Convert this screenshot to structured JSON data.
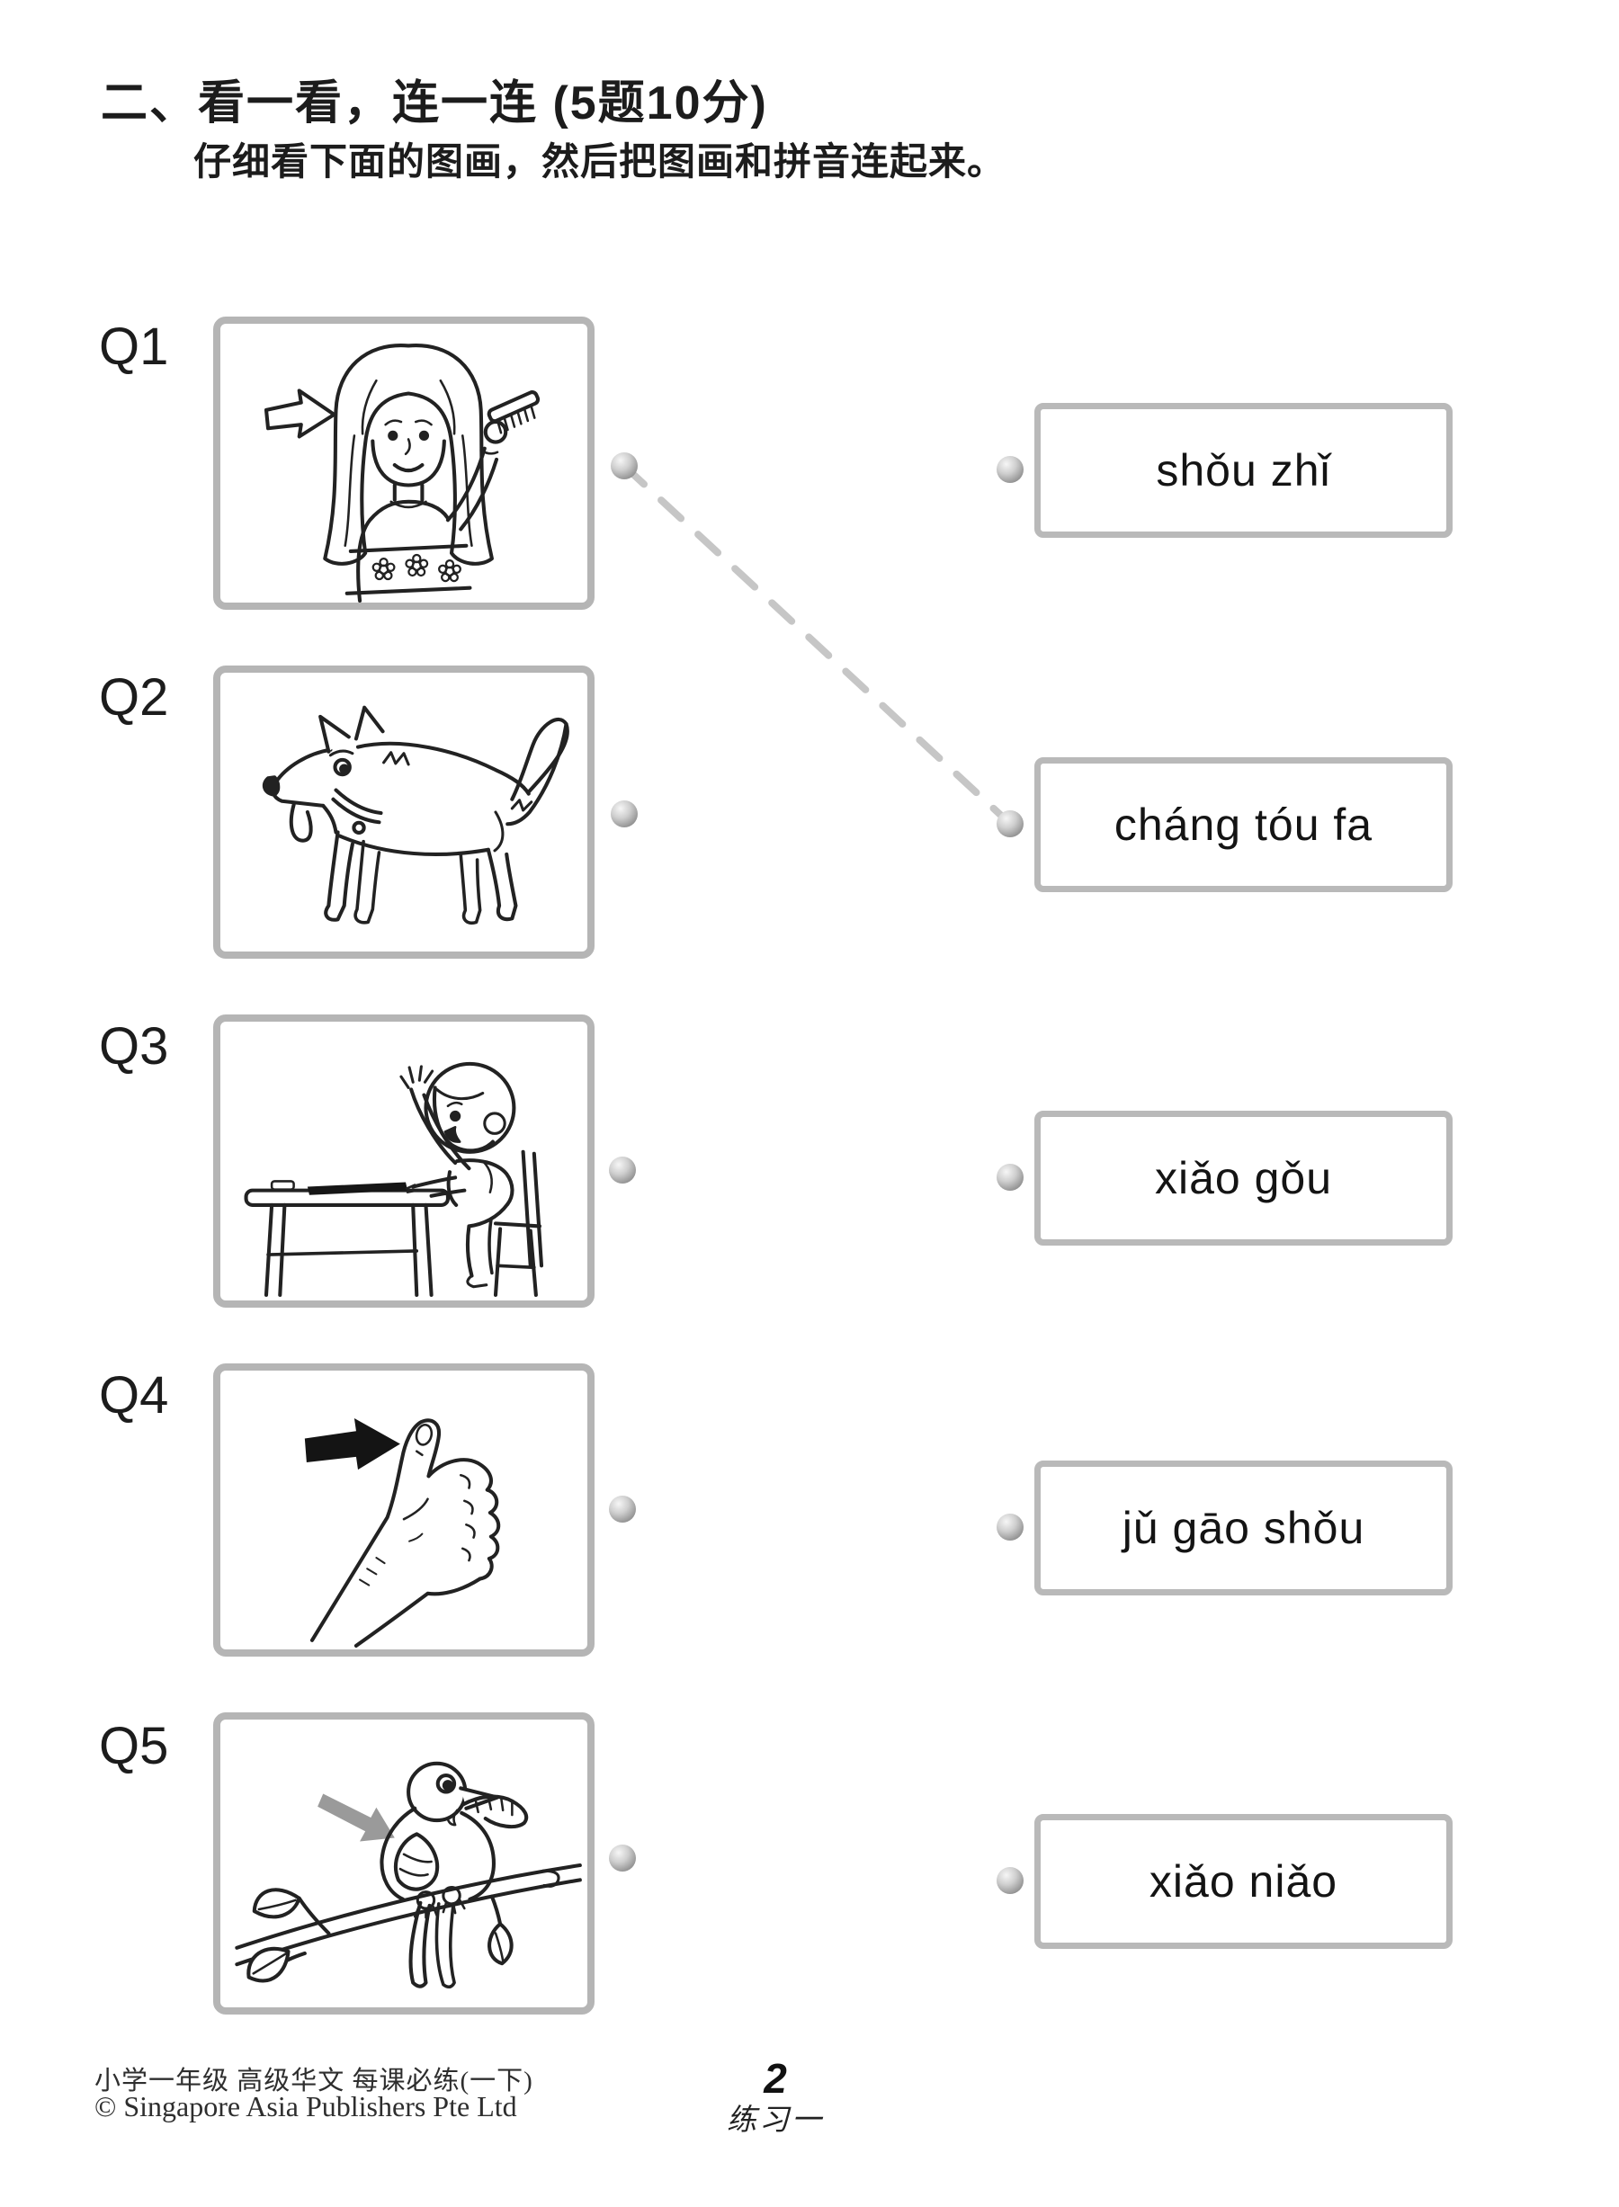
{
  "header": {
    "section_title": "二、看一看，连一连 (5题10分)",
    "instruction": "仔细看下面的图画，然后把图画和拼音连起来。"
  },
  "questions": [
    {
      "id": "Q1",
      "picture": "girl combing long hair, arrow pointing to hair"
    },
    {
      "id": "Q2",
      "picture": "puppy dog with tongue out"
    },
    {
      "id": "Q3",
      "picture": "child raising hand high at a desk"
    },
    {
      "id": "Q4",
      "picture": "hand with thumb up, arrow pointing to thumb"
    },
    {
      "id": "Q5",
      "picture": "small bird on branch with worm in beak"
    }
  ],
  "answers": [
    {
      "pinyin": "shǒu zhǐ"
    },
    {
      "pinyin": "cháng tóu fa"
    },
    {
      "pinyin": "xiǎo gǒu"
    },
    {
      "pinyin": "jǔ gāo shǒu"
    },
    {
      "pinyin": "xiǎo niǎo"
    }
  ],
  "connection": {
    "from_question": "Q1",
    "to_pinyin": "cháng tóu fa"
  },
  "footer": {
    "book_info": "小学一年级 高级华文 每课必练(一下)",
    "copyright": "© Singapore Asia Publishers Pte Ltd",
    "page_number": "2",
    "exercise_label": "练习一"
  },
  "colors": {
    "frame_gray": "#b5b5b5",
    "answer_border_gray": "#b9b9b9",
    "connector_gray": "#c6c6c6",
    "ink_black": "#1c1c1c"
  }
}
